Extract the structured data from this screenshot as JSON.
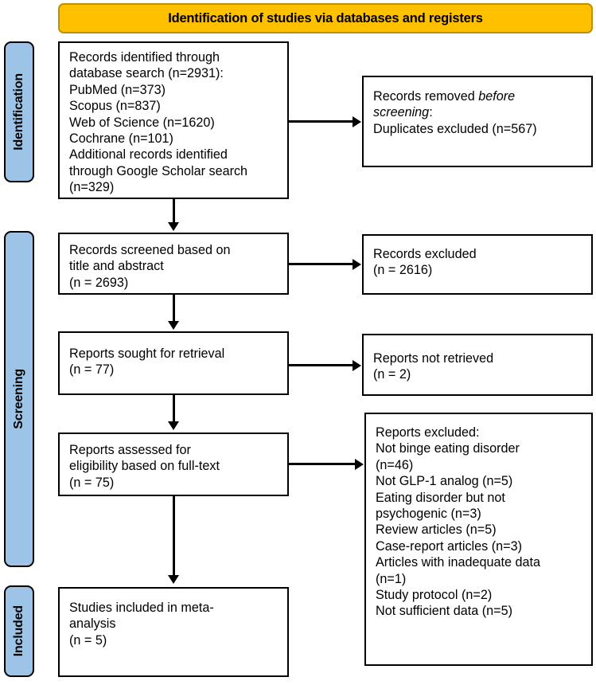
{
  "banner": {
    "title": "Identification of studies via databases and registers",
    "color": "#FFC000"
  },
  "stages": {
    "color": "#9DC3E6",
    "identification": "Identification",
    "screening": "Screening",
    "included": "Included"
  },
  "boxes": {
    "identified": "Records identified through\ndatabase search (n=2931):\nPubMed (n=373)\nScopus (n=837)\nWeb of Science (n=1620)\nCochrane (n=101)\nAdditional records identified\nthrough Google Scholar search\n(n=329)",
    "removed_line1": "Records removed ",
    "removed_italic1": "before",
    "removed_italic2": "screening",
    "removed_colon": ":",
    "removed_line3": "Duplicates excluded (n=567)",
    "screened": "Records screened based on\ntitle and abstract\n(n = 2693)",
    "excluded_tiab": "Records excluded\n(n = 2616)",
    "sought": "Reports sought for retrieval\n(n = 77)",
    "not_retrieved": "Reports not retrieved\n(n = 2)",
    "assessed": "Reports assessed for\neligibility based on full-text\n(n = 75)",
    "excluded_full": "Reports excluded:\nNot binge eating disorder\n(n=46)\nNot GLP-1 analog (n=5)\nEating disorder but not\npsychogenic (n=3)\nReview articles (n=5)\nCase-report articles (n=3)\nArticles with inadequate data\n(n=1)\nStudy protocol (n=2)\nNot sufficient data (n=5)",
    "included": "Studies included in meta-\nanalysis\n(n = 5)"
  },
  "flow_data": {
    "type": "prisma-flow",
    "records_identified_total": 2931,
    "sources": [
      {
        "name": "PubMed",
        "n": 373
      },
      {
        "name": "Scopus",
        "n": 837
      },
      {
        "name": "Web of Science",
        "n": 1620
      },
      {
        "name": "Cochrane",
        "n": 101
      },
      {
        "name": "Google Scholar (additional)",
        "n": 329
      }
    ],
    "duplicates_excluded": 567,
    "records_screened": 2693,
    "records_excluded_title_abstract": 2616,
    "reports_sought": 77,
    "reports_not_retrieved": 2,
    "reports_assessed": 75,
    "reports_excluded_reasons": [
      {
        "reason": "Not binge eating disorder",
        "n": 46
      },
      {
        "reason": "Not GLP-1 analog",
        "n": 5
      },
      {
        "reason": "Eating disorder but not psychogenic",
        "n": 3
      },
      {
        "reason": "Review articles",
        "n": 5
      },
      {
        "reason": "Case-report articles",
        "n": 3
      },
      {
        "reason": "Articles with inadequate data",
        "n": 1
      },
      {
        "reason": "Study protocol",
        "n": 2
      },
      {
        "reason": "Not sufficient data",
        "n": 5
      }
    ],
    "studies_included": 5
  }
}
